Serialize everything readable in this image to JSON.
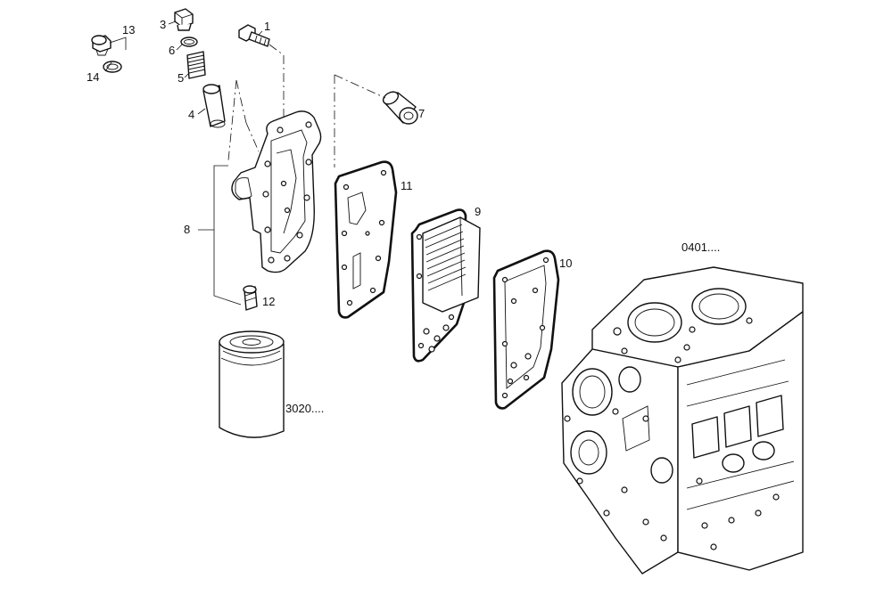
{
  "callouts": {
    "c1": "1",
    "c3": "3",
    "c4": "4",
    "c5": "5",
    "c6": "6",
    "c7": "7",
    "c8": "8",
    "c9": "9",
    "c10": "10",
    "c11": "11",
    "c12": "12",
    "c13": "13",
    "c14": "14",
    "ref_engine_block": "0401....",
    "ref_oil_filter": "3020...."
  }
}
